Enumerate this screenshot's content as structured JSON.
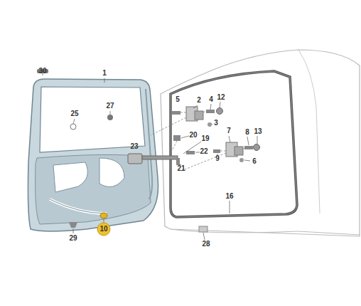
{
  "diagram": {
    "labels": [
      "30",
      "1",
      "25",
      "27",
      "5",
      "2",
      "4",
      "12",
      "3",
      "20",
      "19",
      "7",
      "8",
      "13",
      "23",
      "22",
      "9",
      "6",
      "21",
      "16",
      "28",
      "29",
      "10"
    ]
  }
}
